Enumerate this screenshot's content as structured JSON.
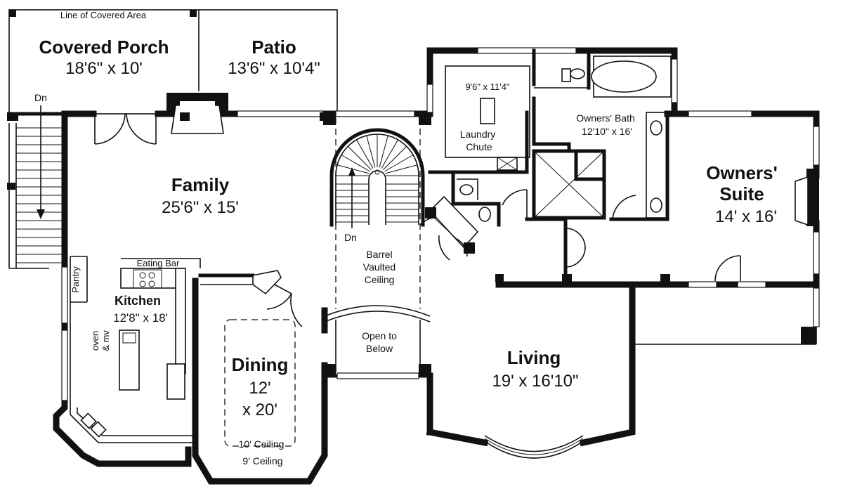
{
  "labels": {
    "covered_area": "Line of Covered Area",
    "covered_porch": {
      "name": "Covered Porch",
      "dims": "18'6\" x 10'"
    },
    "patio": {
      "name": "Patio",
      "dims": "13'6\" x 10'4\""
    },
    "family": {
      "name": "Family",
      "dims": "25'6\" x 15'"
    },
    "kitchen": {
      "name": "Kitchen",
      "dims": "12'8\" x 18'"
    },
    "dining": {
      "name": "Dining",
      "dims_1": "12'",
      "dims_2": "x 20'"
    },
    "living": {
      "name": "Living",
      "dims": "19' x 16'10\""
    },
    "owners_suite": {
      "name_1": "Owners'",
      "name_2": "Suite",
      "dims": "14' x 16'"
    },
    "owners_bath": {
      "name": "Owners' Bath",
      "dims": "12'10\" x 16'"
    },
    "closet_dims": "9'6\" x 11'4\"",
    "laundry_chute_1": "Laundry",
    "laundry_chute_2": "Chute",
    "eating_bar": "Eating Bar",
    "pantry": "Pantry",
    "oven_1": "oven",
    "oven_2": "& mv",
    "dn_left": "Dn",
    "dn_stair": "Dn",
    "barrel_1": "Barrel",
    "barrel_2": "Vaulted",
    "barrel_3": "Ceiling",
    "open_1": "Open to",
    "open_2": "Below",
    "ceiling_10": "10' Ceiling",
    "ceiling_9": "9' Ceiling"
  }
}
